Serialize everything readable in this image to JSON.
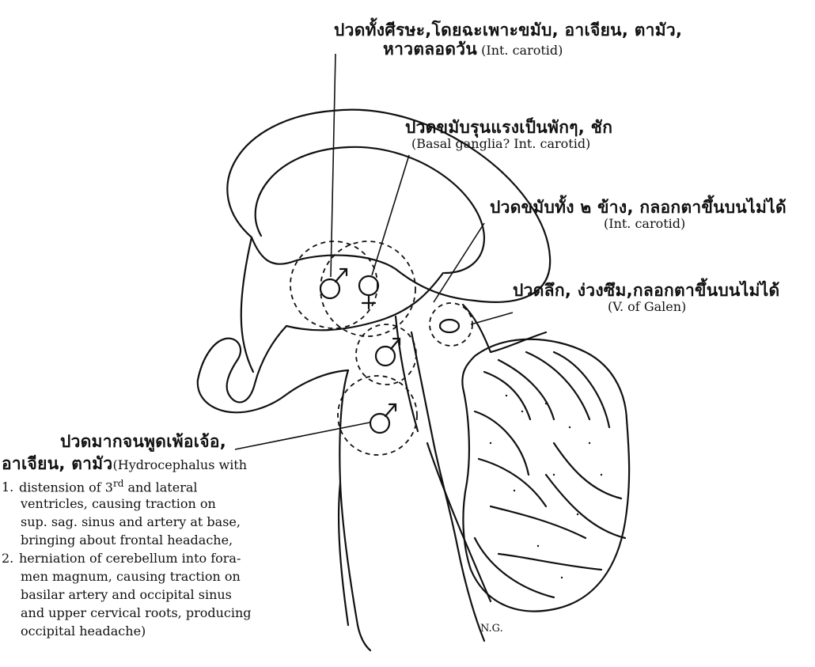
{
  "labels": {
    "headache_whole_head": {
      "thai_line1": "ปวดทั้งศีรษะ,โดยฉะเพาะขมับ, อาเจียน, ตามัว,",
      "thai_line2": "หาวตลอดวัน",
      "english": "(Int. carotid)"
    },
    "headache_temple_throbbing": {
      "thai": "ปวดขมับรุนแรงเป็นพักๆ, ชัก",
      "english": "(Basal ganglia? Int. carotid)"
    },
    "headache_both_temples": {
      "thai": "ปวดขมับทั้ง ๒ ข้าง, กลอกตาขึ้นบนไม่ได้",
      "english": "(Int. carotid)"
    },
    "headache_deep": {
      "thai": "ปวดลึก, ง่วงซึม,กลอกตาขึ้นบนไม่ได้",
      "english": "(V. of Galen)"
    },
    "headache_occipital": {
      "thai_line1": "ปวดมากจนพูดเพ้อเจ้อ,",
      "thai_line2": "อาเจียน, ตามัว",
      "english_intro": "(Hydrocephalus with",
      "items": [
        {
          "number": "1.",
          "line1_pre": "distension of 3",
          "line1_sup": "rd",
          "line1_post": " and lateral",
          "lines": [
            "ventricles, causing traction on",
            "sup. sag. sinus and artery at base,",
            "bringing about frontal headache,"
          ]
        },
        {
          "number": "2.",
          "line1": "herniation of cerebellum into fora-",
          "lines": [
            "men magnum, causing traction on",
            "basilar artery and occipital sinus",
            "and upper cervical roots, producing",
            "occipital headache)"
          ]
        }
      ]
    }
  },
  "signature": "N.G."
}
